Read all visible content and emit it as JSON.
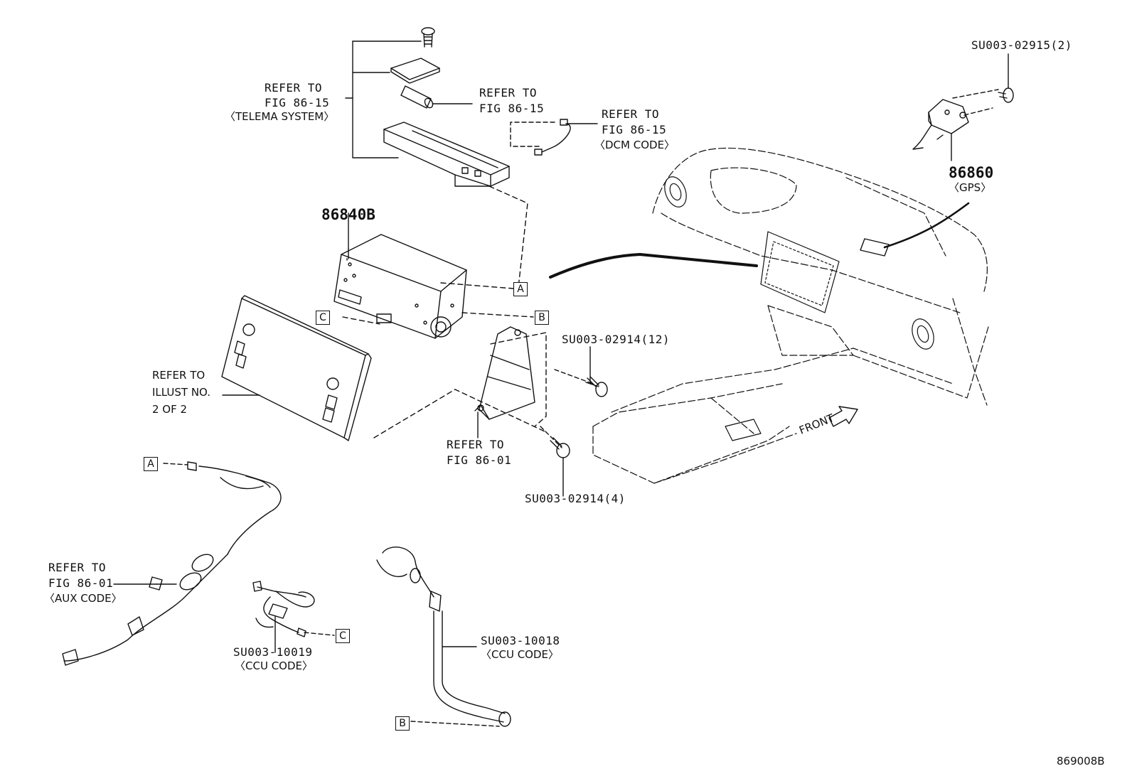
{
  "refs": {
    "telema": [
      "REFER TO",
      "FIG 86-15",
      "〈TELEMA SYSTEM〉"
    ],
    "fig8615": [
      "REFER TO",
      "FIG 86-15"
    ],
    "dcm": [
      "REFER TO",
      "FIG 86-15",
      "〈DCM CODE〉"
    ],
    "illust": [
      "REFER TO",
      "ILLUST NO.",
      "2 OF 2"
    ],
    "fig8601": [
      "REFER TO",
      "FIG 86-01"
    ],
    "aux": [
      "REFER TO",
      "FIG 86-01",
      "〈AUX CODE〉"
    ]
  },
  "parts": {
    "p86840b": "86840B",
    "p86860": "86860",
    "p86860_desc": "〈GPS〉",
    "su02915": "SU003-02915(2)",
    "su02914_12": "SU003-02914(12)",
    "su02914_4": "SU003-02914(4)",
    "su10019": "SU003-10019",
    "su10019_desc": "〈CCU CODE〉",
    "su10018": "SU003-10018",
    "su10018_desc": "〈CCU CODE〉"
  },
  "markers": {
    "a": "A",
    "b": "B",
    "c": "C"
  },
  "front": "FRONT",
  "diagram_code": "869008B"
}
